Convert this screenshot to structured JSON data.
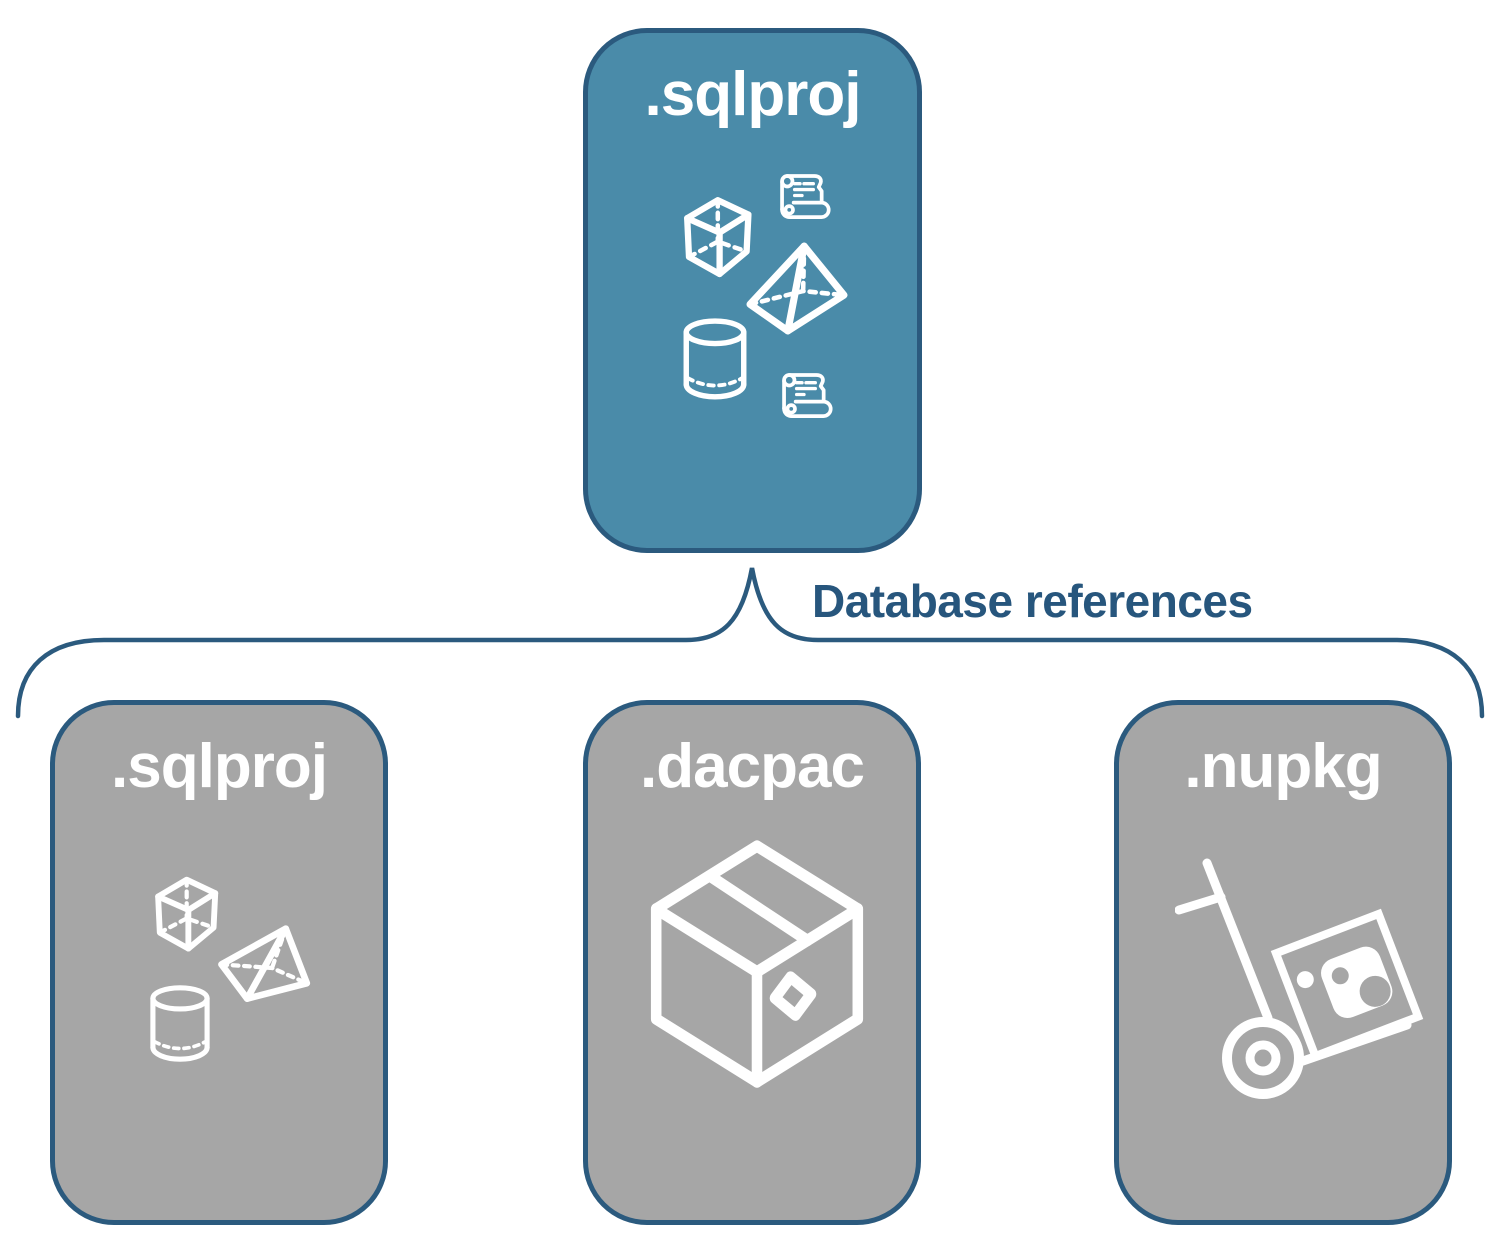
{
  "diagram": {
    "connector_label": "Database references",
    "root": {
      "label": ".sqlproj",
      "icons": [
        "cube-icon",
        "scroll-icon",
        "pyramid-icon",
        "cylinder-icon",
        "scroll-icon"
      ]
    },
    "children": [
      {
        "label": ".sqlproj",
        "icons": [
          "cube-icon",
          "pyramid-icon",
          "cylinder-icon"
        ]
      },
      {
        "label": ".dacpac",
        "icons": [
          "package-box-icon"
        ]
      },
      {
        "label": ".nupkg",
        "icons": [
          "hand-truck-nuget-icon"
        ]
      }
    ],
    "colors": {
      "root_fill": "#4a8ba9",
      "child_fill": "#a6a6a6",
      "border": "#2b5a7e",
      "label_text": "#ffffff",
      "connector_text": "#27567d",
      "icon_stroke": "#ffffff",
      "background": "#ffffff"
    }
  }
}
